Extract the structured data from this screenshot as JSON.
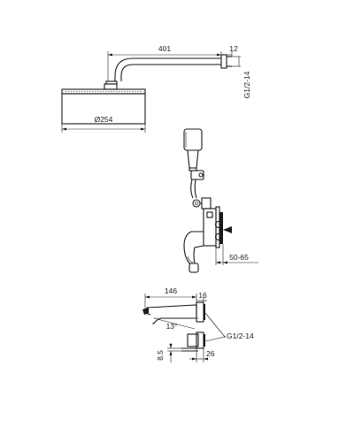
{
  "dimensions": {
    "arm_length": "401",
    "wall_flange": "12",
    "arm_thread": "G1/2-14",
    "head_diameter": "Ø254",
    "mixer_depth": "50-65",
    "spout_length": "146",
    "spout_offset": "16",
    "spout_angle": "13°",
    "spout_thread": "G1/2-14",
    "spout_base_height": "8.5",
    "spout_base_width": "26"
  },
  "colors": {
    "line": "#1a1a1a",
    "background": "#ffffff"
  }
}
